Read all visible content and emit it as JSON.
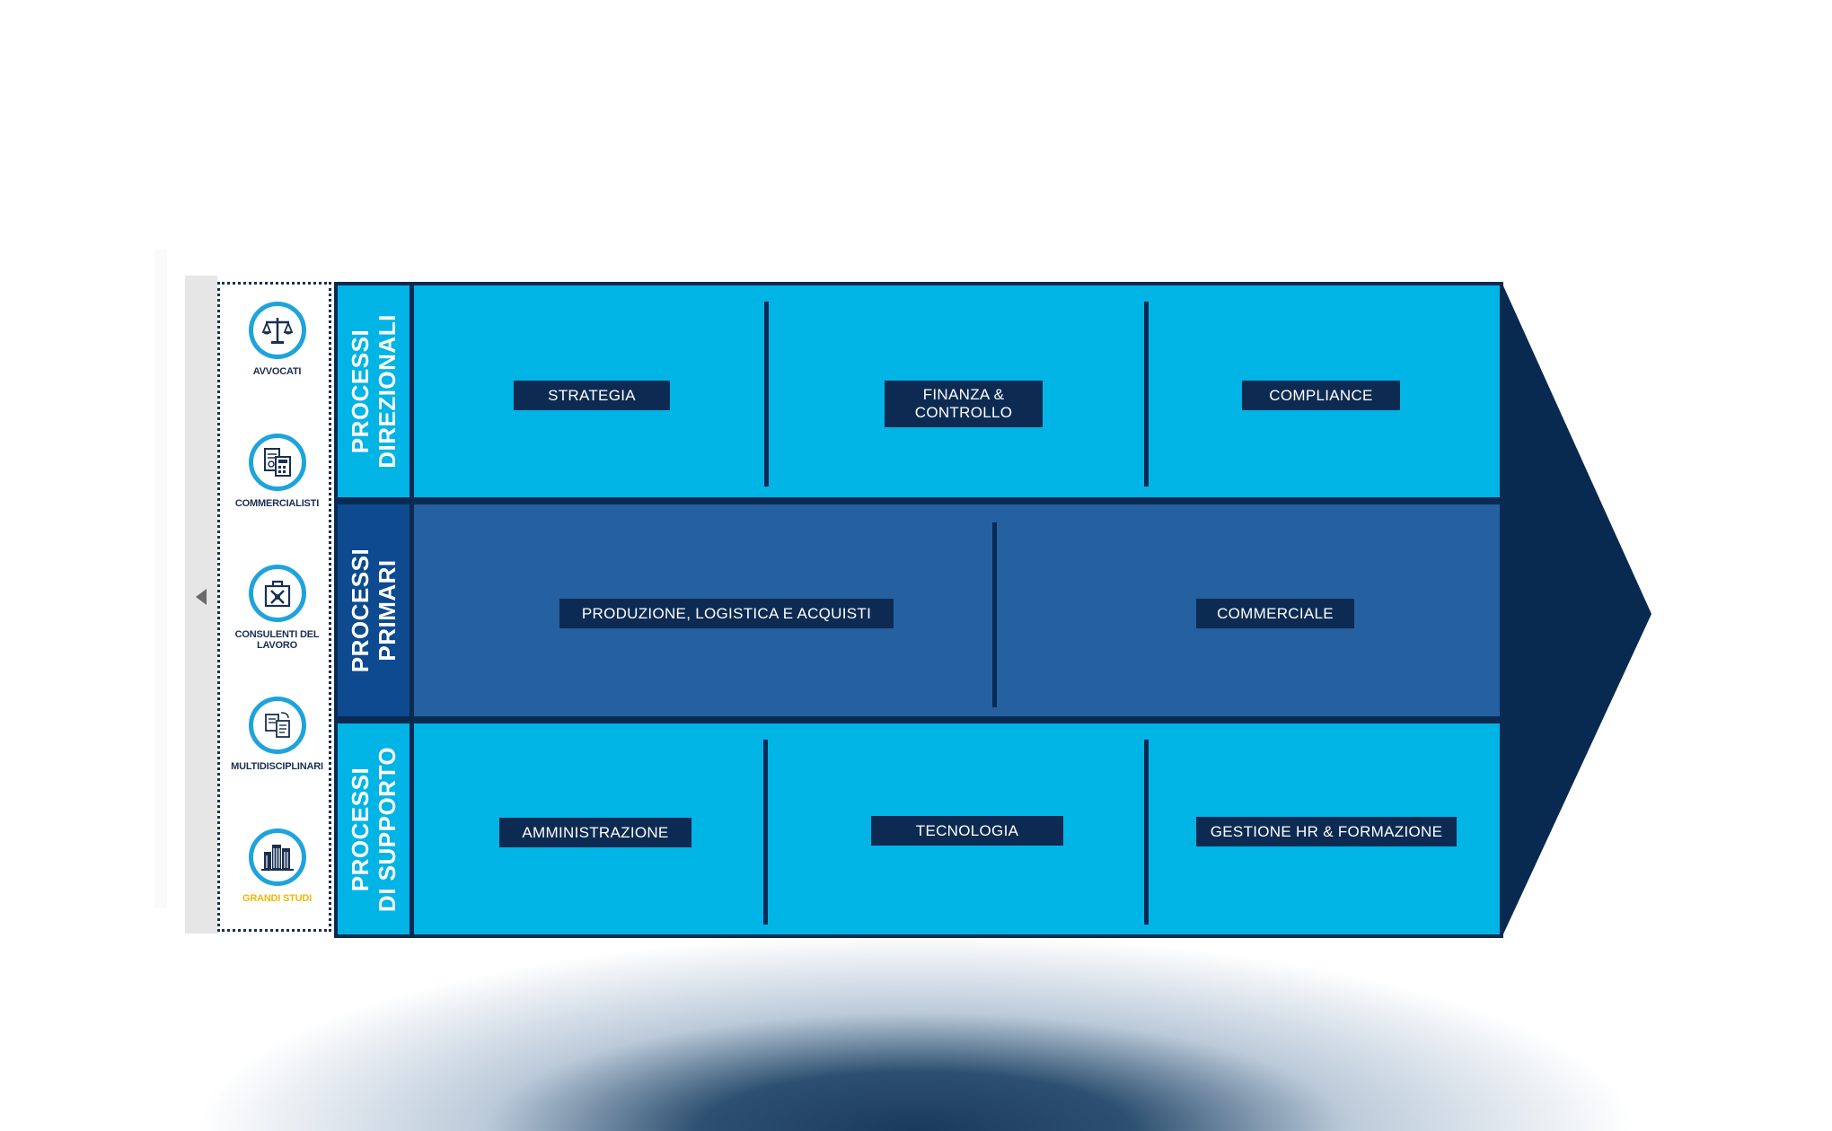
{
  "colors": {
    "light_band": "#00b4e6",
    "primary_band": "#2560a0",
    "dark": "#0b2a52",
    "arrow": "#082a50",
    "icon_ring": "#1ea3dc",
    "highlight_label": "#f2b705"
  },
  "sidebar": {
    "items": [
      {
        "label": "AVVOCATI",
        "icon": "scales-icon"
      },
      {
        "label": "COMMERCIALISTI",
        "icon": "calculator-icon"
      },
      {
        "label": "CONSULENTI DEL\nLAVORO",
        "icon": "toolbox-icon"
      },
      {
        "label": "MULTIDISCIPLINARI",
        "icon": "documents-icon"
      },
      {
        "label": "GRANDI STUDI",
        "icon": "buildings-icon"
      }
    ]
  },
  "bands": {
    "direzionali": {
      "label": "PROCESSI\nDIREZIONALI",
      "boxes": [
        "STRATEGIA",
        "FINANZA &\nCONTROLLO",
        "COMPLIANCE"
      ]
    },
    "primari": {
      "label": "PROCESSI\nPRIMARI",
      "boxes": [
        "PRODUZIONE, LOGISTICA E ACQUISTI",
        "COMMERCIALE"
      ]
    },
    "supporto": {
      "label": "PROCESSI\nDI SUPPORTO",
      "boxes": [
        "AMMINISTRAZIONE",
        "TECNOLOGIA",
        "GESTIONE HR & FORMAZIONE"
      ]
    }
  }
}
